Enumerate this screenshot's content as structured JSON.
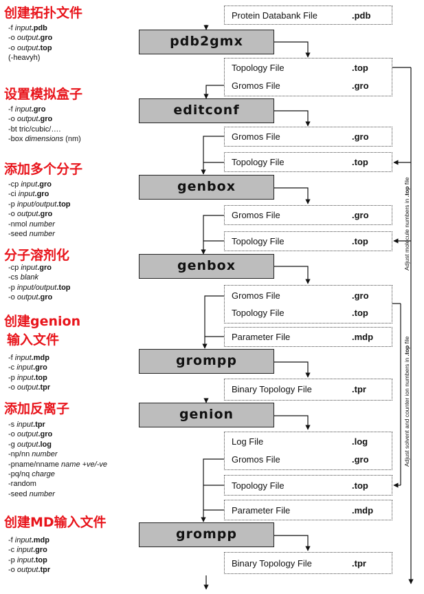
{
  "colors": {
    "title": "#e8141b",
    "program_box": "#bdbdbd"
  },
  "steps": [
    {
      "title": "创建拓扑文件",
      "params": [
        [
          "-f ",
          "input",
          ".pdb"
        ],
        [
          "-o ",
          "output",
          ".gro"
        ],
        [
          "-o ",
          "output",
          ".top"
        ],
        [
          "(-heavyh)",
          "",
          ""
        ]
      ]
    },
    {
      "title": "设置模拟盒子",
      "params": [
        [
          "-f ",
          "input",
          ".gro"
        ],
        [
          "-o ",
          "output",
          ".gro"
        ],
        [
          "-bt tric/cubic/….",
          "",
          ""
        ],
        [
          "-box ",
          "dimensions",
          " (nm)"
        ]
      ]
    },
    {
      "title": "添加多个分子",
      "params": [
        [
          "-cp ",
          "input",
          ".gro"
        ],
        [
          "-ci ",
          "input",
          ".gro"
        ],
        [
          "-p ",
          "input/output",
          ".top"
        ],
        [
          "-o ",
          "output",
          ".gro"
        ],
        [
          "-nmol ",
          "number",
          ""
        ],
        [
          "-seed ",
          "number",
          ""
        ]
      ]
    },
    {
      "title": "分子溶剂化",
      "params": [
        [
          "-cp ",
          "input",
          ".gro"
        ],
        [
          "-cs ",
          "blank",
          ""
        ],
        [
          "-p ",
          "input/output",
          ".top"
        ],
        [
          "-o ",
          "output",
          ".gro"
        ]
      ]
    },
    {
      "title": "创建genion",
      "title2": "输入文件",
      "params": [
        [
          "-f ",
          "input",
          ".mdp"
        ],
        [
          "-c ",
          "input",
          ".gro"
        ],
        [
          "-p ",
          "input",
          ".top"
        ],
        [
          "-o ",
          "output",
          ".tpr"
        ]
      ]
    },
    {
      "title": "添加反离子",
      "params": [
        [
          "-s ",
          "input",
          ".tpr"
        ],
        [
          "-o ",
          "output",
          ".gro"
        ],
        [
          "-g ",
          "output",
          ".log"
        ],
        [
          "-np/nn ",
          "number",
          ""
        ],
        [
          "-pname/nname ",
          "name +ve/-ve",
          ""
        ],
        [
          "-pq/nq ",
          "charge",
          ""
        ],
        [
          "-random",
          "",
          ""
        ],
        [
          "-seed ",
          "number",
          ""
        ]
      ]
    },
    {
      "title": "创建MD输入文件",
      "params": [
        [
          "-f ",
          "input",
          ".mdp"
        ],
        [
          "-c ",
          "input",
          ".gro"
        ],
        [
          "-p ",
          "input",
          ".top"
        ],
        [
          "-o ",
          "output",
          ".tpr"
        ]
      ]
    }
  ],
  "programs": [
    "pdb2gmx",
    "editconf",
    "genbox",
    "genbox",
    "grompp",
    "genion",
    "grompp"
  ],
  "file_boxes": [
    [
      [
        "Protein Databank File",
        ".pdb"
      ]
    ],
    [
      [
        "Topology File",
        ".top"
      ],
      [
        "Gromos File",
        ".gro"
      ]
    ],
    [
      [
        "Gromos File",
        ".gro"
      ]
    ],
    [
      [
        "Topology File",
        ".top"
      ]
    ],
    [
      [
        "Gromos File",
        ".gro"
      ]
    ],
    [
      [
        "Topology File",
        ".top"
      ]
    ],
    [
      [
        "Gromos File",
        ".gro"
      ],
      [
        "Topology File",
        ".top"
      ]
    ],
    [
      [
        "Parameter File",
        ".mdp"
      ]
    ],
    [
      [
        "Binary Topology File",
        ".tpr"
      ]
    ],
    [
      [
        "Log File",
        ".log"
      ],
      [
        "Gromos File",
        ".gro"
      ]
    ],
    [
      [
        "Topology File",
        ".top"
      ]
    ],
    [
      [
        "Parameter File",
        ".mdp"
      ]
    ],
    [
      [
        "Binary Topology File",
        ".tpr"
      ]
    ]
  ],
  "side_notes": [
    {
      "pre": "Adjust molecule numbers in ",
      "bold": ".top",
      "post": " file"
    },
    {
      "pre": "Adjust solvent and counter ion numbers in ",
      "bold": ".top",
      "post": " file"
    }
  ]
}
